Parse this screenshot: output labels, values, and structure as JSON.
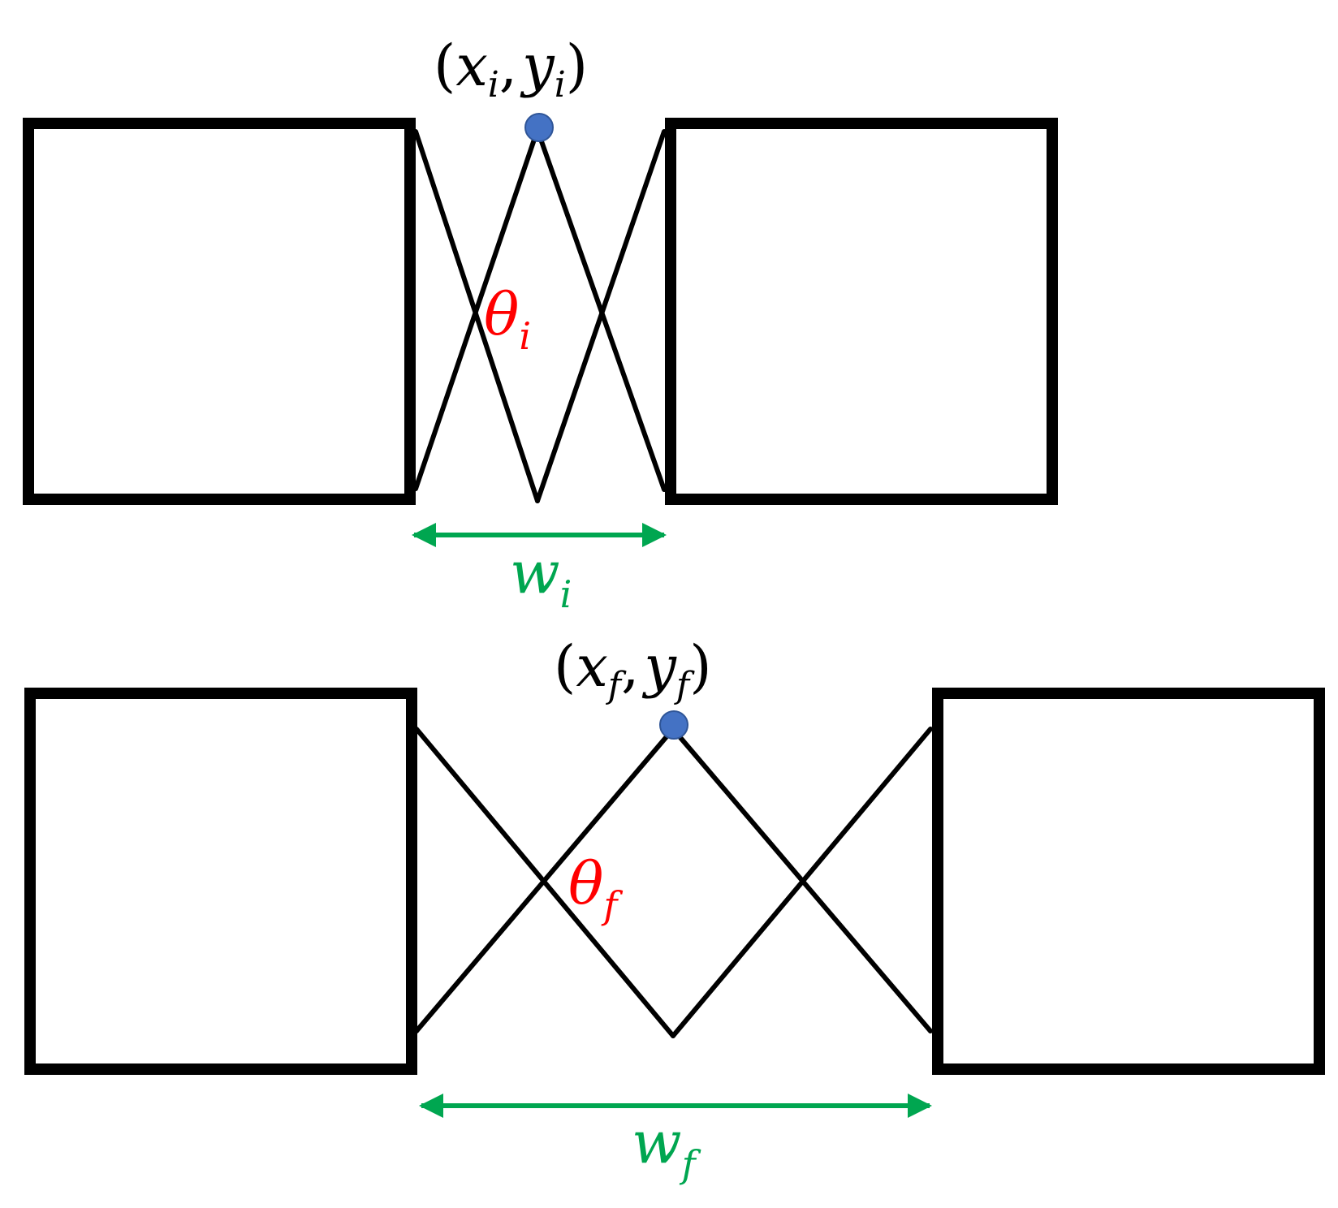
{
  "colors": {
    "structure": "#000000",
    "joint": "#4472C4",
    "angle": "#FF0000",
    "dimension": "#00A650"
  },
  "initial": {
    "point": {
      "open": "(",
      "x": "x",
      "x_sub": "i",
      "sep": ",",
      "y": "y",
      "y_sub": "i",
      "close": ")"
    },
    "angle": {
      "sym": "θ",
      "sub": "i"
    },
    "width": {
      "sym": "w",
      "sub": "i"
    }
  },
  "final": {
    "point": {
      "open": "(",
      "x": "x",
      "x_sub": "f",
      "sep": ",",
      "y": "y",
      "y_sub": "f",
      "close": ")"
    },
    "angle": {
      "sym": "θ",
      "sub": "f"
    },
    "width": {
      "sym": "w",
      "sub": "f"
    }
  }
}
